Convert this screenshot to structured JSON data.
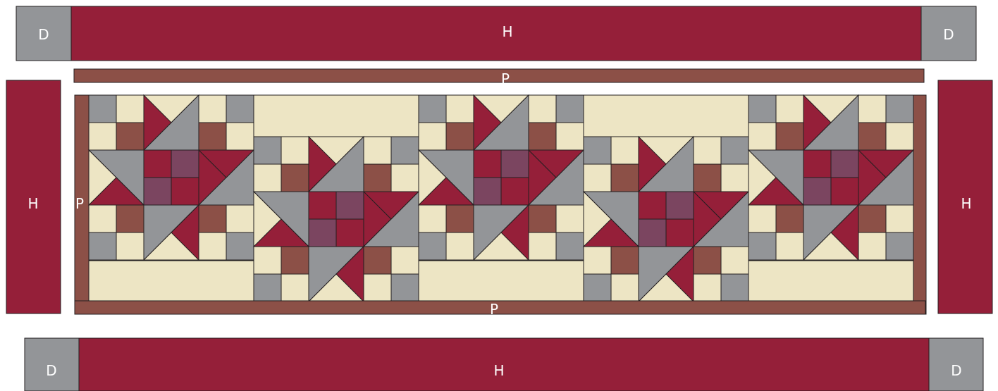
{
  "colors": {
    "cream": "#EDE5C4",
    "gray": "#939598",
    "burgundy": "#951F39",
    "brown": "#8C5047",
    "plum": "#7B4560",
    "outline": "#231F20",
    "label": "#FFFFFF"
  },
  "labels": {
    "top_left_corner": "D",
    "top_border": "H",
    "top_right_corner": "D",
    "top_inner_strip": "P",
    "left_border": "H",
    "left_inner_strip": "P",
    "right_border": "H",
    "bottom_inner_strip": "P",
    "bottom_left_corner": "D",
    "bottom_border": "H",
    "bottom_right_corner": "D"
  },
  "blocks": [
    {
      "id": "block-1",
      "placement": "upper"
    },
    {
      "id": "block-2",
      "placement": "lower"
    },
    {
      "id": "block-3",
      "placement": "upper"
    },
    {
      "id": "block-4",
      "placement": "lower"
    },
    {
      "id": "block-5",
      "placement": "upper"
    }
  ]
}
